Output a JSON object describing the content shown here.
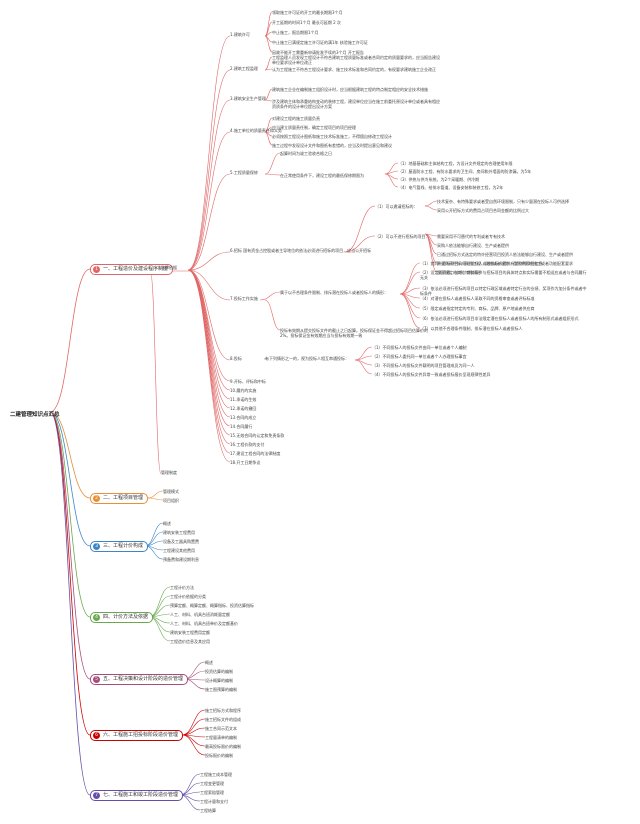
{
  "root": "二建管理知识点汇总",
  "main": [
    {
      "id": "m1",
      "num": "1",
      "label": "一、工程造价及建设程序制度",
      "color": "#e06666"
    },
    {
      "id": "m2",
      "num": "2",
      "label": "二、工程项目管理",
      "color": "#e69138"
    },
    {
      "id": "m3",
      "num": "3",
      "label": "三、工程计价构成",
      "color": "#3d85c6"
    },
    {
      "id": "m4",
      "num": "4",
      "label": "四、计价方法及依据",
      "color": "#6aa84f"
    },
    {
      "id": "m5",
      "num": "5",
      "label": "五、工程决策和设计阶段的造价管理",
      "color": "#a64d79"
    },
    {
      "id": "m6",
      "num": "6",
      "label": "六、工程施工招投标阶段造价管理",
      "color": "#cc0000"
    },
    {
      "id": "m7",
      "num": "7",
      "label": "七、工程施工和竣工阶段造价管理",
      "color": "#674ea7"
    }
  ],
  "sub1": {
    "a": "法律依据",
    "b": "管理制度"
  },
  "branches": [
    {
      "label": "1.建筑许可",
      "items": [
        "领取施工许可证的开工的最长期限3个月",
        "开工延期的时间1个月 最长可延期 2 次",
        "中止施工，报告期限1个月",
        "中止施工已满规定施工许可证的满1年 核验施工许可证",
        "因故不能开工需重新申请批准手续的3个月 开工报告"
      ]
    },
    {
      "label": "2.建筑工程监理",
      "items": [
        "工程监理人员发现工程设计不符合建筑工程质量标准或者合同约定的质量要求的，应当报告建设单位要求设计单位改正",
        "认为工程施工不符合工程设计要求、施工技术标准和合同约定的，有权要求建筑施工企业改正"
      ]
    },
    {
      "label": "3.建筑安全生产管理",
      "items": [
        "建筑施工企业在编制施工组织设计时，应当根据建筑工程的特点制定相应的安全技术措施",
        "涉及建筑主体和承重结构变动的装修工程，建设单位应当在施工前委托原设计单位或者具有相应资质条件的设计单位提出设计方案"
      ]
    },
    {
      "label": "4.施工单位的质量责任和义务",
      "items": [
        "对建设工程的施工质量负责",
        "应当建立质量责任制，确定工程项目的项目经理",
        "必须按照工程设计图纸和施工技术标准施工，不得擅自修改工程设计",
        "施工过程中发现设计文件和图纸有差错的，应当及时提出意见和建议"
      ]
    },
    {
      "label": "5.工程质量保修",
      "items": [
        "起算时间为竣工验收合格之日",
        "在正常使用条件下，建设工程的最低保修期限为"
      ],
      "sub": [
        "（1）地基基础和主体结构工程，为设计文件规定的合理使用年限",
        "（2）屋面防水工程、有防水要求的卫生间、房间和外墙面的防渗漏，为5年",
        "（3）供热与供冷系统，为2个采暖期、供冷期",
        "（4）电气管线、给排水管道、设备安装和装修工程，为2年"
      ]
    },
    {
      "label": "6.招标 国有资金占控股或者主导地位的依法必须进行招标的项目，应当公开招标",
      "sub": [
        "（1）可以邀请招标的：",
        "（2）可以不进行招标的项目："
      ],
      "sub2": [
        "技术复杂、有特殊要求或者受自然环境限制，只有少量潜在投标人可供选择",
        "采用公开招标方式的费用占项目合同金额的比例过大",
        "需要采用不可替代的专利或者专有技术",
        "采购人依法能够自行建设、生产或者提供",
        "已通过招标方式选定的特许经营项目投资人依法能够自行建设、生产或者提供",
        "需要向原中标人采购工程、货物或者服务，否则将影响施工或者功能配套要求",
        "国家规定的其他特殊情形"
      ]
    },
    {
      "label": "7.投标工作实施",
      "items": [
        "投标有效期从提交投标文件的截止之日起算。投标保证金不得超过招标项目估算价的2%。投标保证金有效期应当与投标有效期一致"
      ],
      "sub": [
        "属于以不合理条件限制、排斥潜在投标人或者投标人的情形："
      ],
      "sub2": [
        "（1）就同一招标项目向潜在投标人或者投标人提供有差别的项目信息",
        "（2）设定的资格、技术、商务条件与招标项目的具体特点和实际需要不相适应或者与合同履行无关",
        "（3）依法必须进行招标的项目以特定行政区域或者特定行业的业绩、奖项作为加分条件或者中标条件",
        "（4）对潜在投标人或者投标人采取不同的资格审查或者评标标准",
        "（5）限定或者指定特定的专利、商标、品牌、原产地或者供应商",
        "（6）依法必须进行招标的项目非法限定潜在投标人或者投标人的所有制形式或者组织形式",
        "（7）以其他不合理条件限制、排斥潜在投标人或者投标人"
      ]
    },
    {
      "label": "8.投标",
      "items": [
        "有下列情形之一的，视为投标人相互串通投标："
      ],
      "sub": [
        "（1）不同投标人的投标文件由同一单位或者个人编制",
        "（2）不同投标人委托同一单位或者个人办理投标事宜",
        "（3）不同投标人的投标文件载明的项目管理成员为同一人",
        "（4）不同投标人的投标文件异常一致或者投标报价呈现规律性差异"
      ]
    }
  ],
  "extra1": [
    "9.开标、评标和中标",
    "10.履约的实施",
    "11.承诺的生效",
    "12.承诺的撤回",
    "13.合同的成立",
    "14.合同履行",
    "15.无效合同的认定和免责条款",
    "16.工程价款的支付",
    "17.建设工程合同的法律制度",
    "18.开工日期争议"
  ],
  "sub2": [
    "管理模式",
    "项目组织"
  ],
  "sub3": [
    "概述",
    "建筑安装工程费用",
    "设备及工器具购置费",
    "工程建设其他费用",
    "预备费和建设期利息"
  ],
  "sub4": [
    "工程计价方法",
    "工程计价依据的分类",
    "预算定额、概算定额、概算指标、投资估算指标",
    "人工、材料、机具台班消耗量定额",
    "人工、材料、机具台班单价及定额基价",
    "建筑安装工程费用定额",
    "工程造价信息及其应用"
  ],
  "sub5": [
    "概述",
    "投资估算的编制",
    "设计概算的编制",
    "施工图预算的编制"
  ],
  "sub6": [
    "施工招标方式和程序",
    "施工招标文件的组成",
    "施工合同示范文本",
    "工程量清单的编制",
    "最高投标限价的编制",
    "投标报价的编制"
  ],
  "sub7": [
    "工程施工成本管理",
    "工程变更管理",
    "工程索赔管理",
    "工程计量和支付",
    "工程结算"
  ]
}
